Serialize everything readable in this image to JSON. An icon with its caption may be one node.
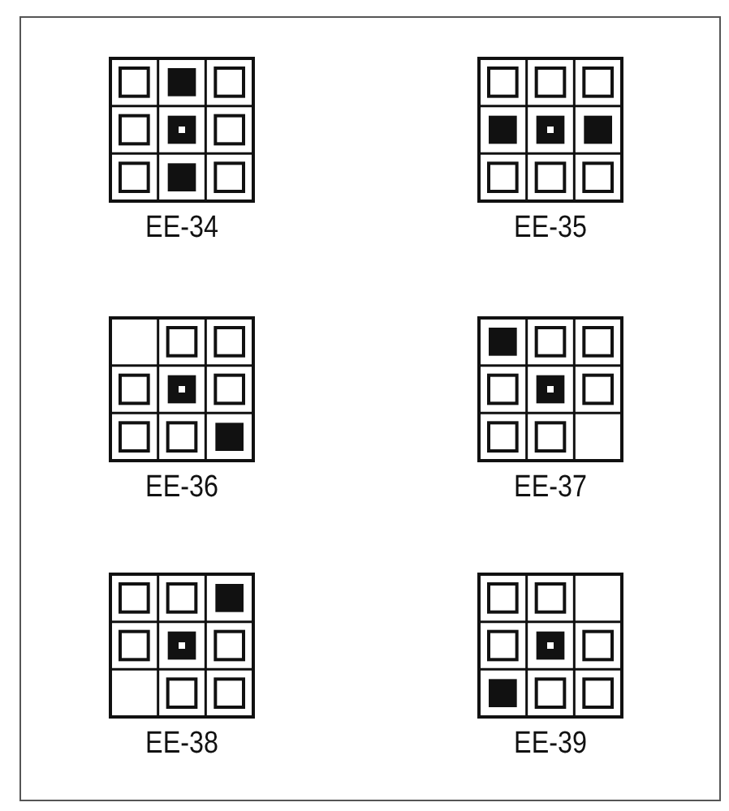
{
  "diagram": {
    "labels": [
      "EE-34",
      "EE-35",
      "EE-36",
      "EE-37",
      "EE-38",
      "EE-39"
    ]
  }
}
